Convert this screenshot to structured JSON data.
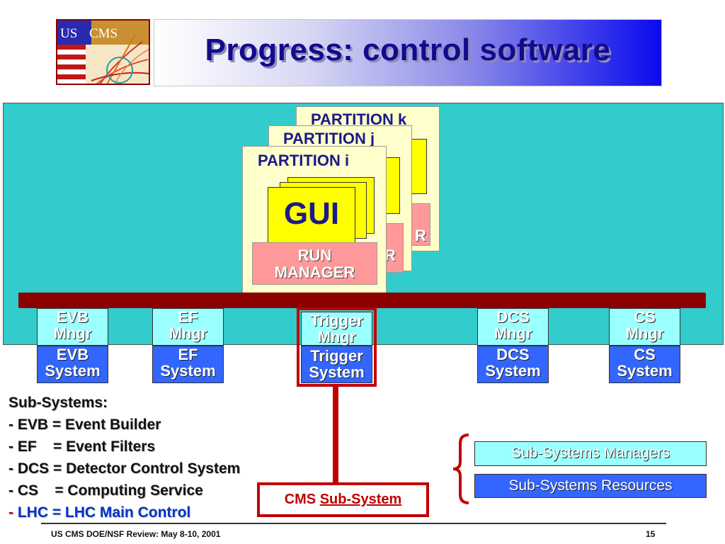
{
  "slide": {
    "title": "Progress: control software"
  },
  "logo": {
    "text_us": "US",
    "text_cms": "CMS"
  },
  "partitions": {
    "k": {
      "title": "PARTITION k",
      "rm_peek": "R"
    },
    "j": {
      "title": "PARTITION j",
      "rm_peek": "R"
    },
    "i": {
      "title": "PARTITION i",
      "gui_label": "GUI",
      "run_manager": {
        "line1": "RUN",
        "line2": "MANAGER"
      }
    }
  },
  "subsystems": [
    {
      "id": "evb",
      "mngr": [
        "EVB",
        "Mngr"
      ],
      "system": [
        "EVB",
        "System"
      ]
    },
    {
      "id": "ef",
      "mngr": [
        "EF",
        "Mngr"
      ],
      "system": [
        "EF",
        "System"
      ]
    },
    {
      "id": "trigger",
      "mngr": [
        "Trigger",
        "Mngr"
      ],
      "system": [
        "Trigger",
        "System"
      ]
    },
    {
      "id": "dcs",
      "mngr": [
        "DCS",
        "Mngr"
      ],
      "system": [
        "DCS",
        "System"
      ]
    },
    {
      "id": "cs",
      "mngr": [
        "CS",
        "Mngr"
      ],
      "system": [
        "CS",
        "System"
      ]
    }
  ],
  "cms_subsystem": {
    "prefix": "CMS",
    "underlined": "Sub-System"
  },
  "subsystems_list": {
    "heading": "Sub-Systems:",
    "items": [
      "- EVB = Event Builder",
      "- EF    = Event Filters",
      "- DCS = Detector Control System",
      "- CS    = Computing Service"
    ],
    "lhc_prefix": "- ",
    "lhc_text": "LHC = LHC Main Control"
  },
  "legend": {
    "managers": "Sub-Systems Managers",
    "resources": "Sub-Systems Resources"
  },
  "footer": {
    "left": "US CMS DOE/NSF Review:  May 8-10, 2001",
    "page": "15"
  },
  "colors": {
    "teal_panel": "#33cccc",
    "bus": "#8b0000",
    "manager_box": "#99ffff",
    "system_box": "#3366ff",
    "highlight_red": "#c00000",
    "partition_bg": "#ffffcc",
    "gui_yellow": "#ffff00",
    "run_manager_pink": "#ff9999"
  }
}
